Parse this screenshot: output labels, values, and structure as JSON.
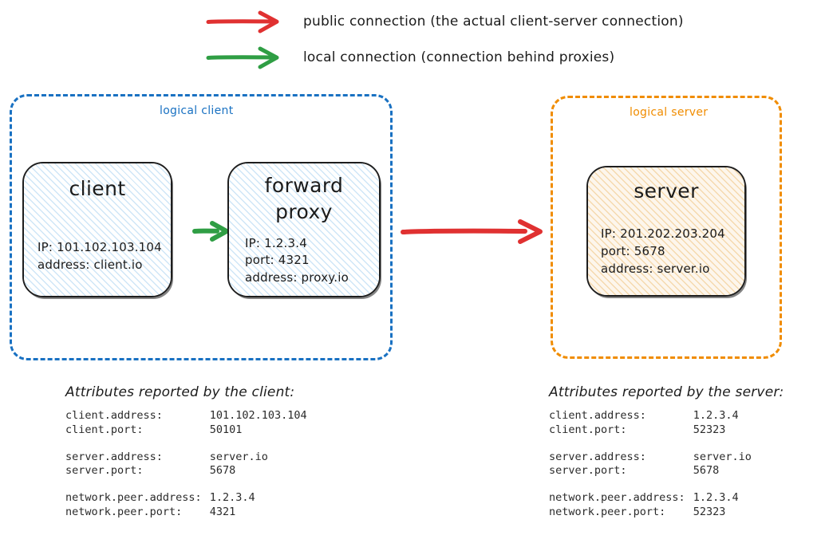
{
  "legend": [
    {
      "arrow": "red-arrow-icon",
      "color": "#e03131",
      "label": "public connection (the actual client-server connection)"
    },
    {
      "arrow": "green-arrow-icon",
      "color": "#2f9e44",
      "label": "local connection (connection behind proxies)"
    }
  ],
  "groups": {
    "client": {
      "label": "logical client",
      "color": "#1971c2"
    },
    "server": {
      "label": "logical server",
      "color": "#f08c00"
    }
  },
  "nodes": {
    "client": {
      "title": "client",
      "attrs": [
        "IP: 101.102.103.104",
        "address: client.io"
      ]
    },
    "proxy": {
      "title": "forward\nproxy",
      "title_line1": "forward",
      "title_line2": "proxy",
      "attrs": [
        "IP: 1.2.3.4",
        "port: 4321",
        "address: proxy.io"
      ]
    },
    "server": {
      "title": "server",
      "attrs": [
        "IP: 201.202.203.204",
        "port: 5678",
        "address: server.io"
      ]
    }
  },
  "connections": [
    {
      "name": "client-to-proxy",
      "type": "local",
      "color": "#2f9e44"
    },
    {
      "name": "proxy-to-server",
      "type": "public",
      "color": "#e03131"
    }
  ],
  "attribute_tables": {
    "client": {
      "heading": "Attributes reported by the client:",
      "rows": [
        {
          "key": "client.address:",
          "value": "101.102.103.104"
        },
        {
          "key": "client.port:",
          "value": "50101"
        },
        {
          "gap": true
        },
        {
          "key": "server.address:",
          "value": "server.io"
        },
        {
          "key": "server.port:",
          "value": "5678"
        },
        {
          "gap": true
        },
        {
          "key": "network.peer.address:",
          "value": "1.2.3.4"
        },
        {
          "key": "network.peer.port:",
          "value": "4321"
        }
      ]
    },
    "server": {
      "heading": "Attributes reported by the server:",
      "rows": [
        {
          "key": "client.address:",
          "value": "1.2.3.4"
        },
        {
          "key": "client.port:",
          "value": "52323"
        },
        {
          "gap": true
        },
        {
          "key": "server.address:",
          "value": "server.io"
        },
        {
          "key": "server.port:",
          "value": "5678"
        },
        {
          "gap": true
        },
        {
          "key": "network.peer.address:",
          "value": "1.2.3.4"
        },
        {
          "key": "network.peer.port:",
          "value": "52323"
        }
      ]
    }
  }
}
